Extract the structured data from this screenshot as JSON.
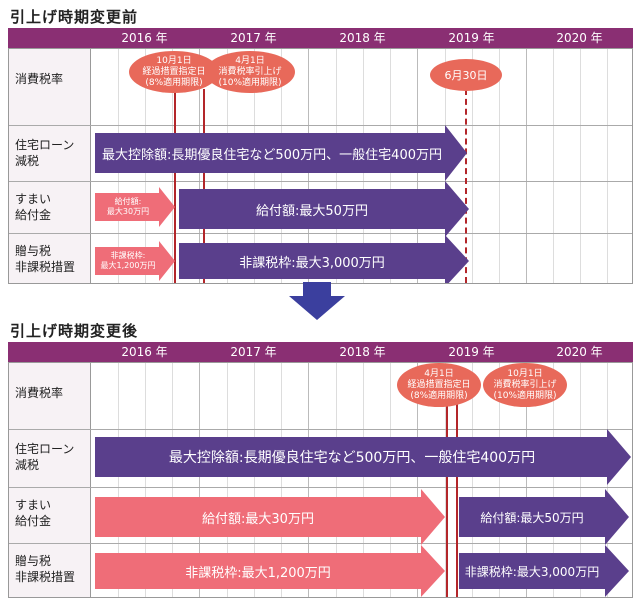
{
  "before": {
    "title": "引上げ時期変更前",
    "years": [
      "2016 年",
      "2017 年",
      "2018 年",
      "2019 年",
      "2020 年"
    ],
    "rows": [
      {
        "label1": "消費税率",
        "label2": ""
      },
      {
        "label1": "住宅ローン",
        "label2": "減税"
      },
      {
        "label1": "すまい",
        "label2": "給付金"
      },
      {
        "label1": "贈与税",
        "label2": "非課税措置"
      }
    ],
    "ovals": [
      {
        "line1": "10月1日",
        "line2": "経過措置指定日",
        "line3": "(8%適用期限)"
      },
      {
        "line1": "4月1日",
        "line2": "消費税率引上げ",
        "line3": "(10%適用期限)"
      },
      {
        "line1": "6月30日",
        "line2": "",
        "line3": ""
      }
    ],
    "arrows": [
      {
        "text": "最大控除額:長期優良住宅など500万円、一般住宅400万円"
      },
      {
        "text1": "給付額:",
        "text2": "最大30万円"
      },
      {
        "text": "給付額:最大50万円"
      },
      {
        "text1": "非課税枠:",
        "text2": "最大1,200万円"
      },
      {
        "text": "非課税枠:最大3,000万円"
      }
    ]
  },
  "after": {
    "title": "引上げ時期変更後",
    "years": [
      "2016 年",
      "2017 年",
      "2018 年",
      "2019 年",
      "2020 年"
    ],
    "rows": [
      {
        "label1": "消費税率",
        "label2": ""
      },
      {
        "label1": "住宅ローン",
        "label2": "減税"
      },
      {
        "label1": "すまい",
        "label2": "給付金"
      },
      {
        "label1": "贈与税",
        "label2": "非課税措置"
      }
    ],
    "ovals": [
      {
        "line1": "4月1日",
        "line2": "経過措置指定日",
        "line3": "(8%適用期限)"
      },
      {
        "line1": "10月1日",
        "line2": "消費税率引上げ",
        "line3": "(10%適用期限)"
      }
    ],
    "arrows": [
      {
        "text": "最大控除額:長期優良住宅など500万円、一般住宅400万円"
      },
      {
        "text": "給付額:最大30万円"
      },
      {
        "text": "給付額:最大50万円"
      },
      {
        "text": "非課税枠:最大1,200万円"
      },
      {
        "text": "非課税枠:最大3,000万円"
      }
    ]
  },
  "colors": {
    "header": "#8a2f73",
    "purple": "#5a3f8c",
    "pink": "#ef6d78",
    "oval": "#e8695a",
    "redline": "#b3262a",
    "down_arrow": "#3b3f9e"
  }
}
